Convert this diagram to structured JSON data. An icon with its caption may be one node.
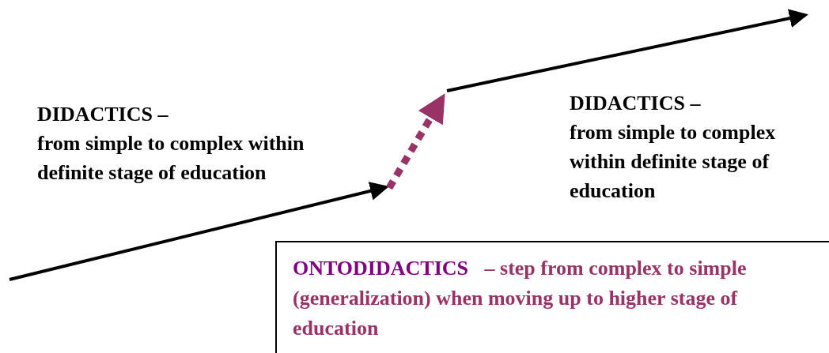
{
  "diagram": {
    "nodes": [
      {
        "text": [
          "DIDACTICS –",
          "from simple to complex within definite stage of education"
        ]
      },
      {
        "text": [
          "DIDACTICS –",
          "from simple to complex within definite stage of education"
        ]
      },
      {
        "text": [
          "ONTODIDACTICS",
          "– step from complex to simple (generalization) when moving up to higher stage of education"
        ]
      }
    ]
  }
}
